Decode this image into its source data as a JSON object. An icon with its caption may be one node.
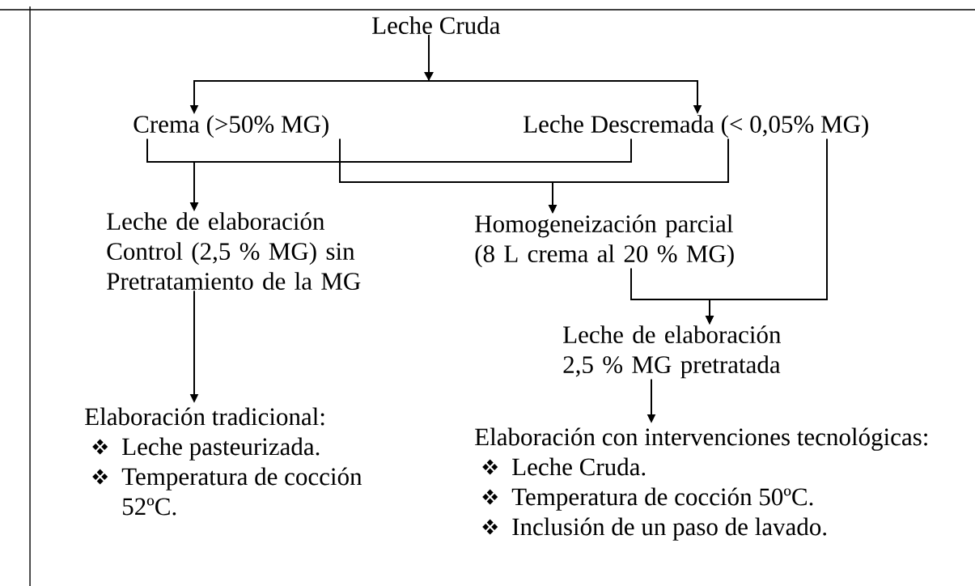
{
  "diagram": {
    "nodes": [
      {
        "text": [
          "Leche Cruda"
        ]
      },
      {
        "text": [
          "Crema (>50% MG)"
        ]
      },
      {
        "text": [
          "Leche Descremada (< 0,05% MG)"
        ]
      },
      {
        "text": [
          "Leche de elaboración Control (2,5 % MG) sin Pretratamiento de la MG"
        ]
      },
      {
        "text": [
          "Homogeneización parcial (8 L crema al 20 % MG)"
        ]
      },
      {
        "text": [
          "Leche de elaboración 2,5 % MG pretratada"
        ]
      },
      {
        "text": [
          "Elaboración tradicional:",
          "Leche pasteurizada.",
          "Temperatura de cocción 52ºC."
        ]
      },
      {
        "text": [
          "Elaboración con intervenciones tecnológicas:",
          "Leche Cruda.",
          "Temperatura de cocción 50ºC.",
          "Inclusión de un paso de lavado."
        ]
      }
    ],
    "edges": [
      {
        "from": 0,
        "to": 1,
        "arrow": "to"
      },
      {
        "from": 0,
        "to": 2,
        "arrow": "to"
      },
      {
        "from": 1,
        "to": 3,
        "arrow": "to"
      },
      {
        "from": 2,
        "to": 3,
        "arrow": "to"
      },
      {
        "from": 1,
        "to": 4,
        "arrow": "to"
      },
      {
        "from": 2,
        "to": 4,
        "arrow": "to"
      },
      {
        "from": 4,
        "to": 5,
        "arrow": "to"
      },
      {
        "from": 2,
        "to": 5,
        "arrow": "to"
      },
      {
        "from": 3,
        "to": 6,
        "arrow": "to"
      },
      {
        "from": 5,
        "to": 7,
        "arrow": "to"
      }
    ]
  }
}
